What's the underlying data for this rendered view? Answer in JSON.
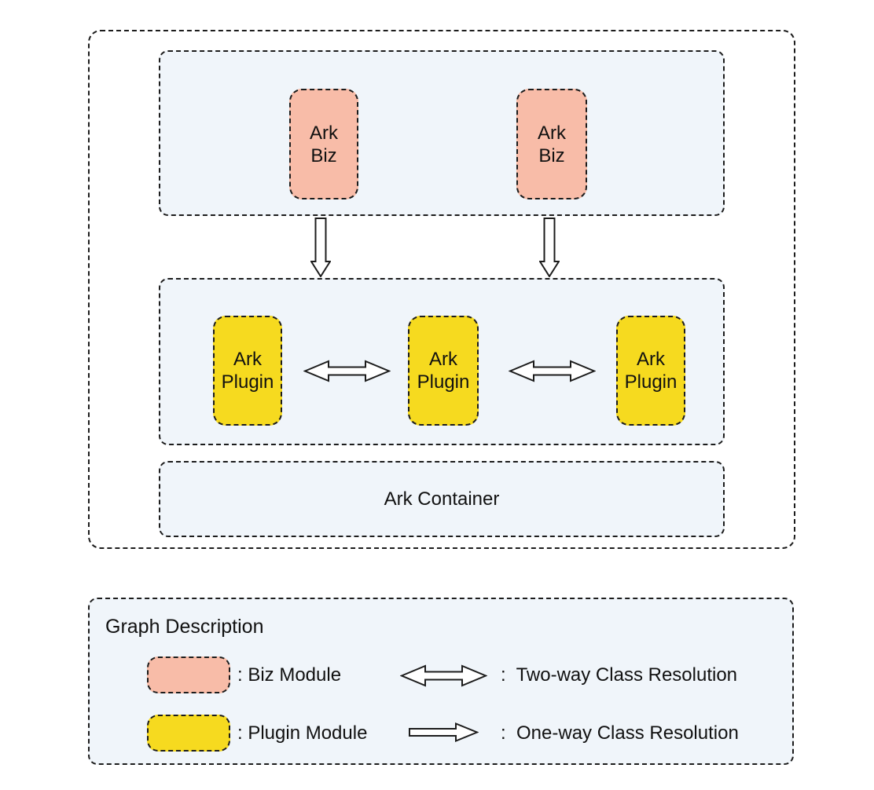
{
  "diagram": {
    "biz_boxes": [
      {
        "line1": "Ark",
        "line2": "Biz"
      },
      {
        "line1": "Ark",
        "line2": "Biz"
      }
    ],
    "plugin_boxes": [
      {
        "line1": "Ark",
        "line2": "Plugin"
      },
      {
        "line1": "Ark",
        "line2": "Plugin"
      },
      {
        "line1": "Ark",
        "line2": "Plugin"
      }
    ],
    "container_label": "Ark Container"
  },
  "legend": {
    "title": "Graph Description",
    "items": [
      {
        "swatch": "biz-module-swatch",
        "label": ": Biz Module"
      },
      {
        "swatch": "plugin-module-swatch",
        "label": ": Plugin Module"
      },
      {
        "icon": "two-way-arrow-icon",
        "label": ":  Two-way Class Resolution"
      },
      {
        "icon": "one-way-arrow-icon",
        "label": ":  One-way Class Resolution"
      }
    ]
  },
  "colors": {
    "biz_module": "#f8bca8",
    "plugin_module": "#f6da1f",
    "layer_background": "#f0f5fa",
    "dashed_border": "#1c1c1c",
    "text": "#111111"
  }
}
